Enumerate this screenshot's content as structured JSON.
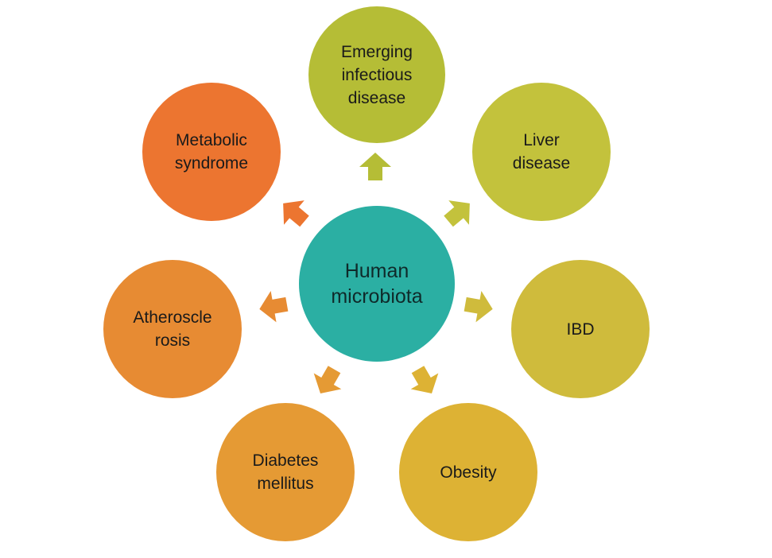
{
  "center": {
    "label": "Human\nmicrobiota",
    "color": "#2bafa3"
  },
  "nodes": [
    {
      "label": "Emerging\ninfectious\ndisease",
      "color": "#b5bd36"
    },
    {
      "label": "Liver\ndisease",
      "color": "#c3c23c"
    },
    {
      "label": "IBD",
      "color": "#cfbb3c"
    },
    {
      "label": "Obesity",
      "color": "#ddb234"
    },
    {
      "label": "Diabetes\nmellitus",
      "color": "#e59a34"
    },
    {
      "label": "Atheroscle\nrosis",
      "color": "#e78b33"
    },
    {
      "label": "Metabolic\nsyndrome",
      "color": "#ec7530"
    }
  ],
  "arrow_colors": [
    "#b5bd36",
    "#c3c23c",
    "#cfbb3c",
    "#ddb234",
    "#e59a34",
    "#e78b33",
    "#ec7530"
  ]
}
